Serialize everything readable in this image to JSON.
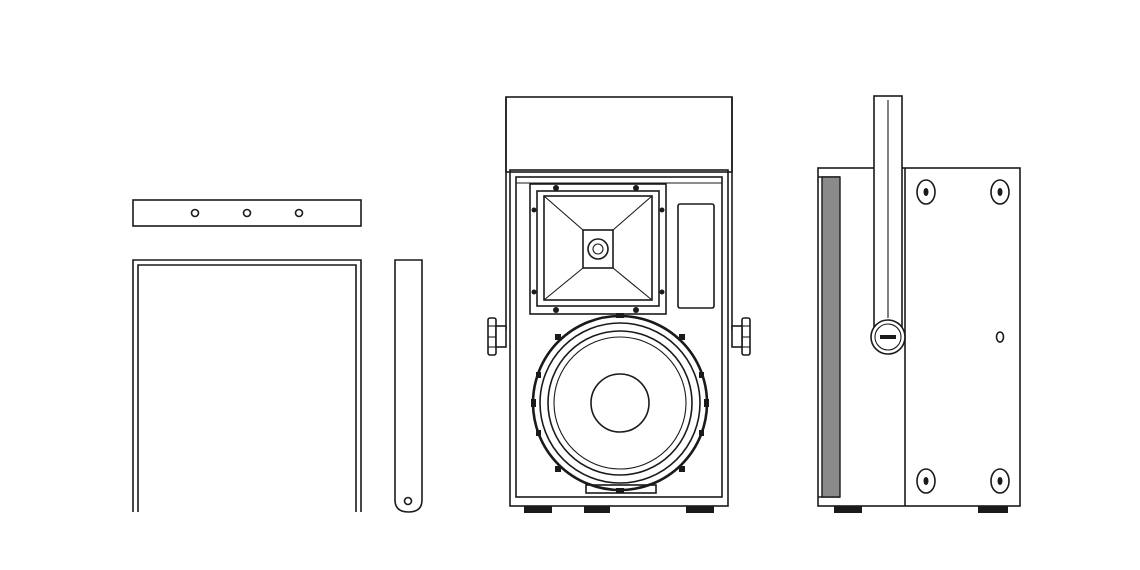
{
  "drawing": {
    "views": [
      {
        "name": "yoke-bracket-front",
        "parts": [
          "bracket-top-bar",
          "bracket-u-frame"
        ],
        "hole_count": 3
      },
      {
        "name": "yoke-bracket-side",
        "parts": [
          "bracket-side-bar"
        ],
        "hole_count": 1
      },
      {
        "name": "speaker-front",
        "parts": [
          "horn-tweeter",
          "woofer-driver",
          "mount-knobs",
          "feet"
        ]
      },
      {
        "name": "speaker-side",
        "parts": [
          "grille-edge",
          "handle-bracket",
          "mount-knob",
          "rigging-points",
          "feet"
        ],
        "rigging_points": 4
      }
    ],
    "colors": {
      "line": "#1a1a1a",
      "background": "#ffffff",
      "grille": "#8a8a8a"
    }
  }
}
